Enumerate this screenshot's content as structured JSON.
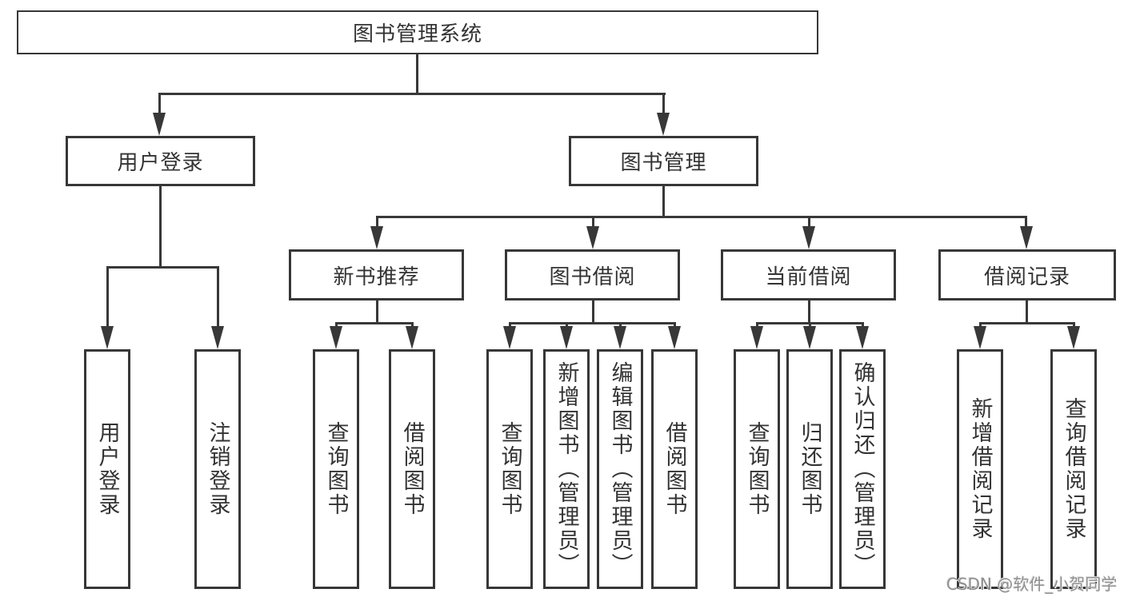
{
  "nodes": {
    "root": "图书管理系统",
    "login": {
      "label": "用户登录",
      "children": [
        "用户登录",
        "注销登录"
      ]
    },
    "manage": {
      "label": "图书管理",
      "groups": [
        {
          "label": "新书推荐",
          "children": [
            "查询图书",
            "借阅图书"
          ]
        },
        {
          "label": "图书借阅",
          "children": [
            "查询图书",
            "新增图书（管理员）",
            "编辑图书（管理员）",
            "借阅图书"
          ]
        },
        {
          "label": "当前借阅",
          "children": [
            "查询图书",
            "归还图书",
            "确认归还（管理员）"
          ]
        },
        {
          "label": "借阅记录",
          "children": [
            "新增借阅记录",
            "查询借阅记录"
          ]
        }
      ]
    }
  },
  "watermark": "CSDN @软件_小贺同学",
  "colors": {
    "line": "#383838",
    "text": "#333333",
    "background": "#ffffff",
    "watermark": "#8f8f8f"
  }
}
